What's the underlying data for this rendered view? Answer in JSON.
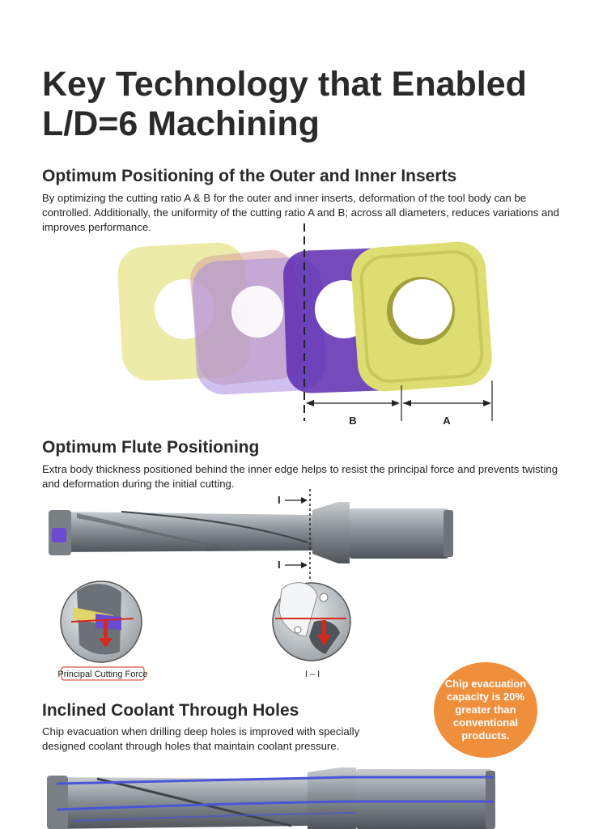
{
  "page_title": "Key Technology that Enabled L/D=6 Machining",
  "sections": {
    "positioning": {
      "title": "Optimum Positioning of the Outer and Inner Inserts",
      "body": "By optimizing the cutting ratio A & B for the outer and inner inserts, deformation of the tool body can be controlled. Additionally, the uniformity of the cutting ratio A and B; across all diameters, reduces variations and improves performance.",
      "label_b": "B",
      "label_a": "A"
    },
    "flute": {
      "title": "Optimum Flute Positioning",
      "body": "Extra body thickness positioned behind the inner edge helps to resist the principal force and prevents twisting and deformation during the initial cutting.",
      "marker_top": "I",
      "marker_bottom": "I",
      "principal_force_label": "Principal Cutting Force",
      "section_label": "I – I"
    },
    "coolant": {
      "title": "Inclined Coolant Through Holes",
      "body": "Chip evacuation when drilling deep holes is improved with specially designed coolant through holes that maintain coolant pressure."
    }
  },
  "badge": {
    "text": "Chip evacuation capacity is 20% greater than conventional products."
  },
  "colors": {
    "title": "#2a2a2a",
    "insert_yellow": "#e2e07a",
    "insert_purple": "#5d2bb0",
    "tool_gray": "#8a9196",
    "badge_orange": "#ef8f3c",
    "force_red": "#d42a1e",
    "coolant_blue": "#4a55d8"
  }
}
